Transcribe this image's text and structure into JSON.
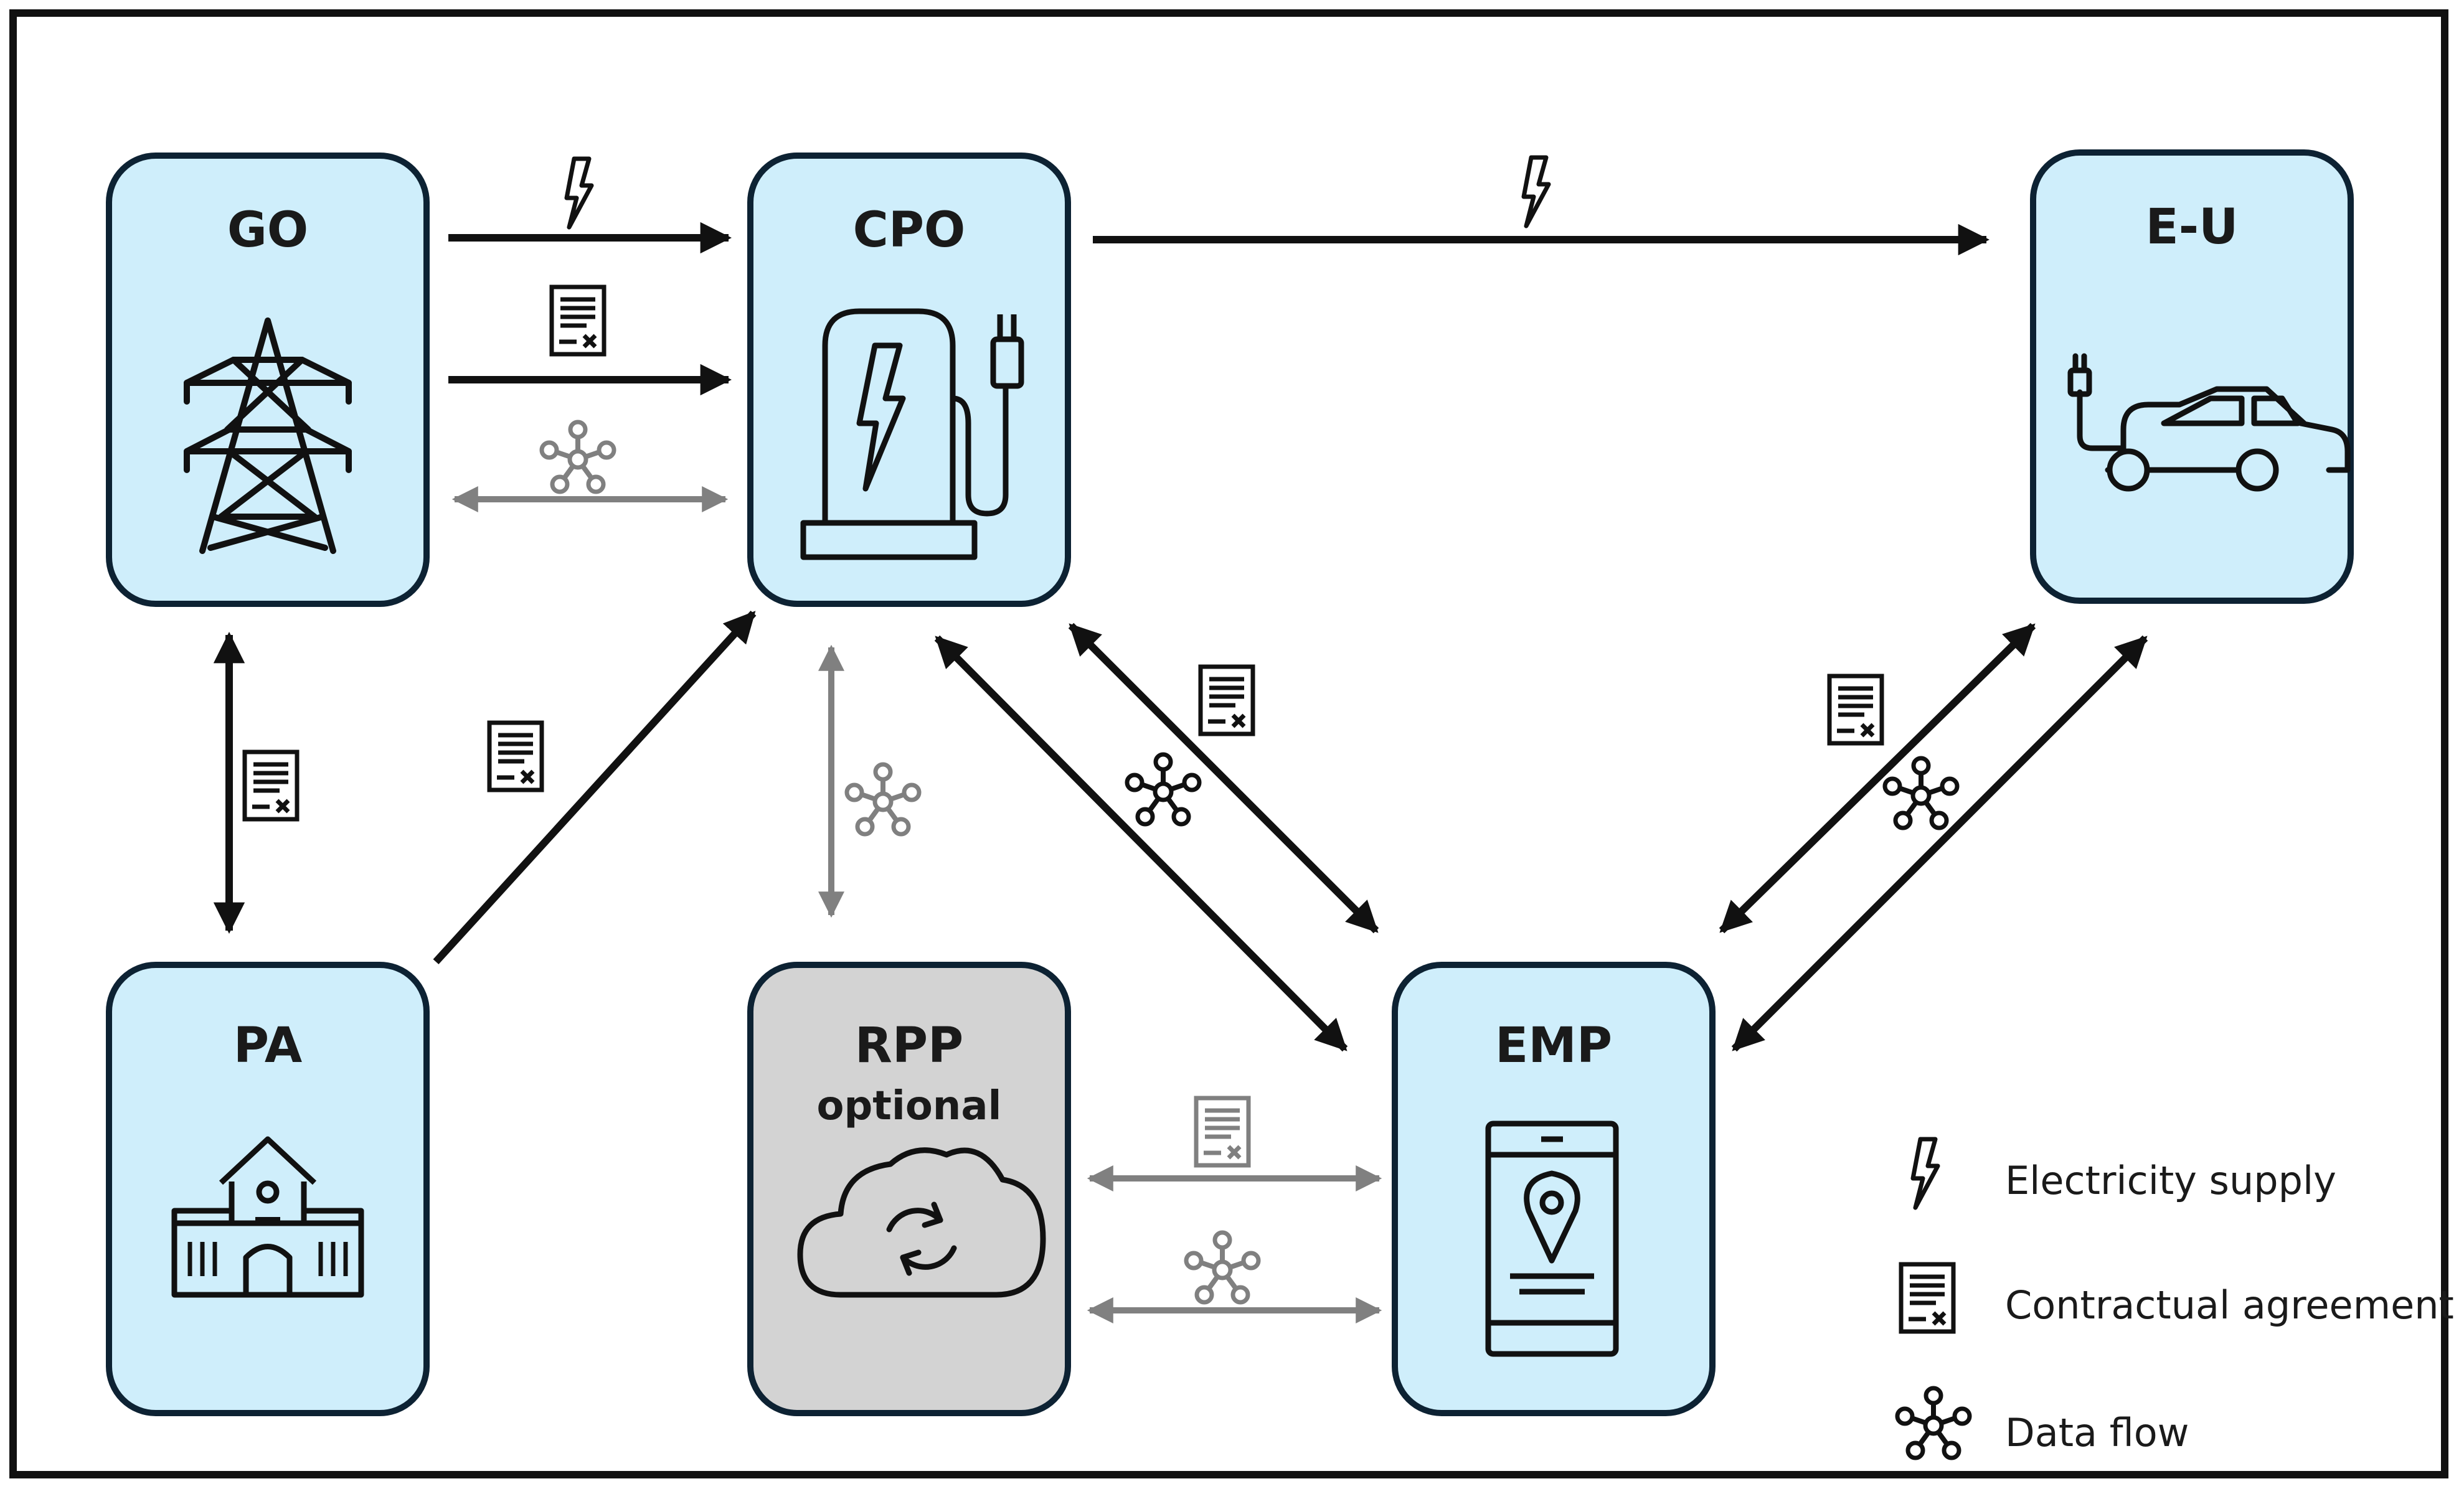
{
  "nodes": {
    "go": {
      "title": "GO"
    },
    "cpo": {
      "title": "CPO"
    },
    "eu": {
      "title": "E-U"
    },
    "pa": {
      "title": "PA"
    },
    "rpp": {
      "title": "RPP",
      "subtitle": "optional"
    },
    "emp": {
      "title": "EMP"
    }
  },
  "legend": {
    "electricity": "Electricity supply",
    "contract": "Contractual agreement",
    "data": "Data flow"
  },
  "colors": {
    "node_fill": "#cfeefb",
    "node_fill_optional": "#d3d3d3",
    "node_border": "#0d2233",
    "arrow_black": "#111111",
    "arrow_grey": "#808080"
  }
}
